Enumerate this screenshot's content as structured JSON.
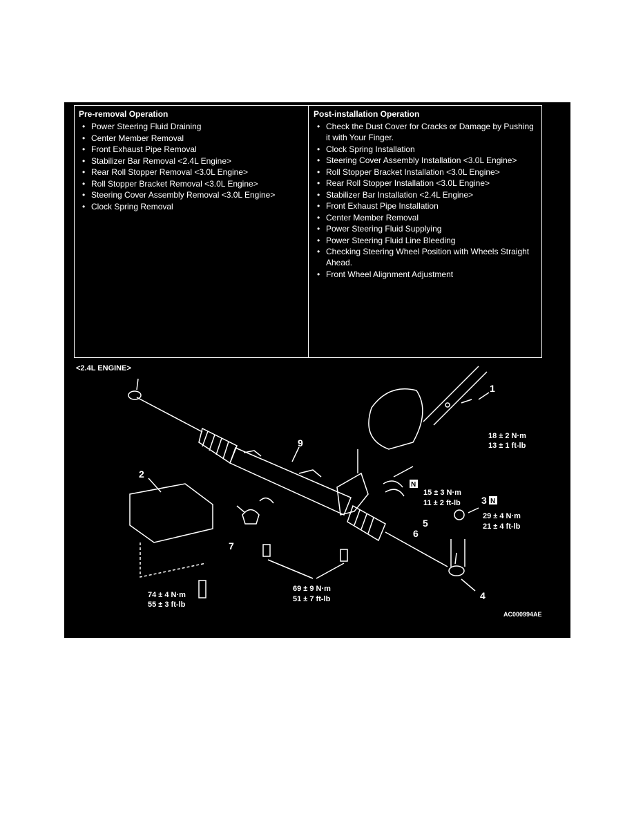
{
  "table": {
    "pre_title": "Pre-removal Operation",
    "pre_items": [
      "Power Steering Fluid Draining",
      "Center Member Removal",
      "Front Exhaust Pipe Removal",
      "Stabilizer Bar Removal <2.4L Engine>",
      "Rear Roll Stopper Removal <3.0L Engine>",
      "Roll Stopper Bracket Removal <3.0L Engine>",
      "Steering Cover Assembly Removal <3.0L Engine>",
      "Clock Spring Removal"
    ],
    "post_title": "Post-installation Operation",
    "post_items": [
      "Check the Dust Cover for Cracks or Damage by Pushing it with Your Finger.",
      "Clock Spring Installation",
      "Steering Cover Assembly Installation <3.0L Engine>",
      "Roll Stopper Bracket Installation <3.0L Engine>",
      "Rear Roll Stopper Installation <3.0L Engine>",
      "Stabilizer Bar Installation <2.4L Engine>",
      "Front Exhaust Pipe Installation",
      "Center Member Removal",
      "Power Steering Fluid Supplying",
      "Power Steering Fluid Line Bleeding",
      "Checking Steering Wheel Position with Wheels Straight Ahead.",
      "Front Wheel Alignment Adjustment"
    ]
  },
  "diagram": {
    "engine_label": "<2.4L ENGINE>",
    "callouts": [
      "1",
      "2",
      "3",
      "4",
      "5",
      "6",
      "7",
      "9"
    ],
    "torque_1": [
      "18 ± 2 N·m",
      "13 ± 1 ft-lb"
    ],
    "torque_n": [
      "15 ± 3 N·m",
      "11 ± 2 ft-lb"
    ],
    "torque_3": [
      "29 ± 4 N·m",
      "21 ± 4 ft-lb"
    ],
    "torque_mid": [
      "69 ± 9 N·m",
      "51 ± 7 ft-lb"
    ],
    "torque_left": [
      "74 ± 4 N·m",
      "55 ± 3 ft-lb"
    ],
    "n_badge": "N",
    "figure_code": "AC000994AE"
  }
}
